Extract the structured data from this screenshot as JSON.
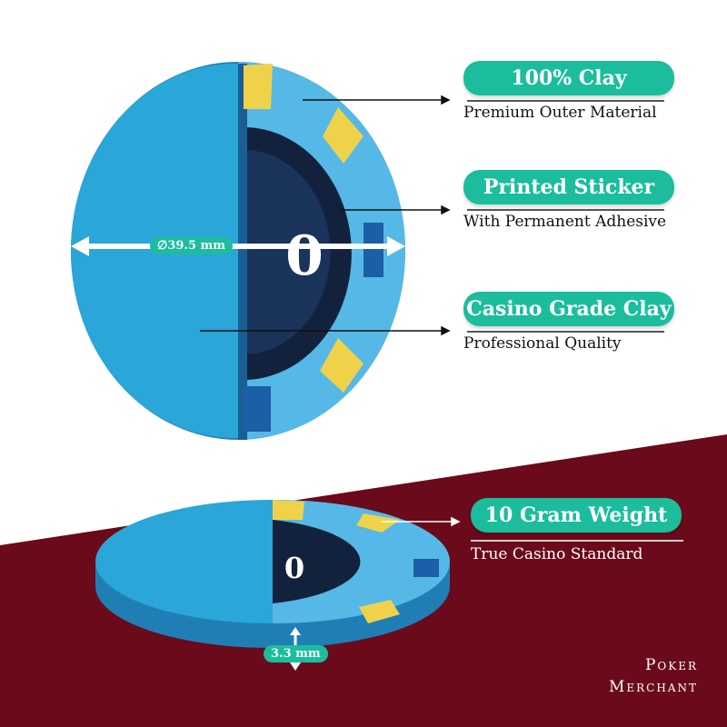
{
  "features": [
    {
      "title": "100% Clay",
      "subtitle": "Premium Outer Material"
    },
    {
      "title": "Printed Sticker",
      "subtitle": "With Permanent Adhesive"
    },
    {
      "title": "Casino Grade Clay",
      "subtitle": "Professional Quality"
    },
    {
      "title": "10 Gram Weight",
      "subtitle": "True Casino Standard"
    }
  ],
  "dimensions": {
    "diameter": "∅39.5 mm",
    "thickness": "3.3 mm"
  },
  "chip": {
    "denomination": "0"
  },
  "brand": {
    "line1": "Poker",
    "line2": "Merchant"
  },
  "colors": {
    "accent": "#1bbd9c",
    "maroon": "#6b0a1a",
    "chip_blue": "#2aa6d8",
    "insert_yellow": "#f0d24a"
  }
}
